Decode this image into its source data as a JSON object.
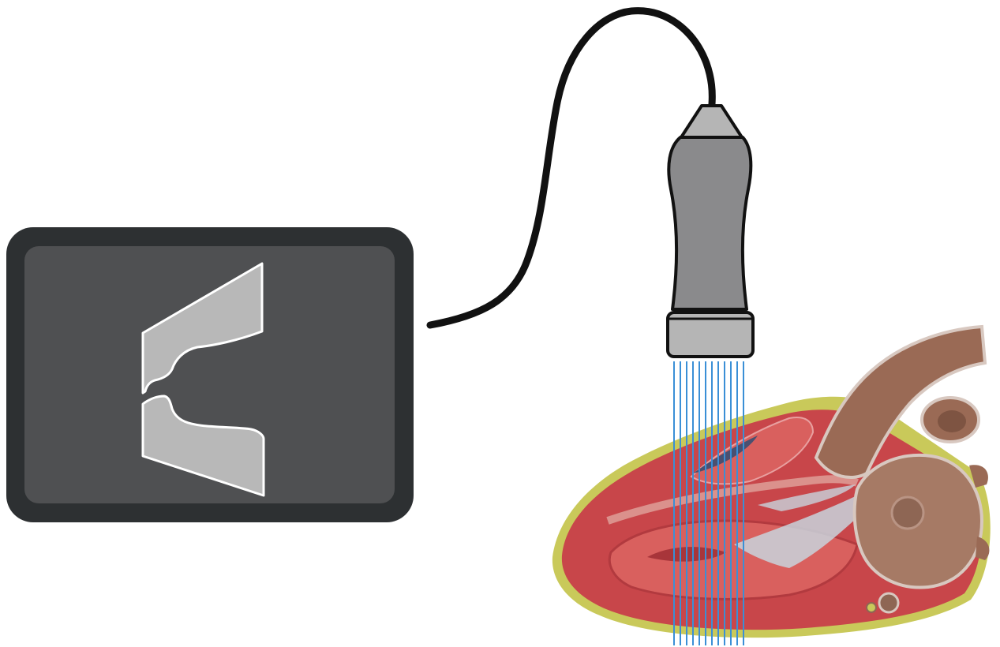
{
  "diagram": {
    "subject": "echocardiography-setup",
    "components": [
      {
        "id": "monitor",
        "icon": "ultrasound-monitor-icon"
      },
      {
        "id": "cable",
        "icon": "cable-icon"
      },
      {
        "id": "probe",
        "icon": "transducer-probe-icon"
      },
      {
        "id": "beams",
        "icon": "ultrasound-beam-icon"
      },
      {
        "id": "heart",
        "icon": "heart-cross-section-icon"
      }
    ],
    "colors": {
      "monitor_frame": "#2d3032",
      "monitor_screen": "#4f5052",
      "echo_image": "#b8b8b8",
      "probe_body": "#8a8a8c",
      "probe_tip": "#b5b5b5",
      "cable": "#111111",
      "beam": "#3a8fd6",
      "myocardium": "#c8464a",
      "cavity": "#d9605e",
      "pericardial_fat": "#c9c95a",
      "aorta": "#9a6a55",
      "left_atrium": "#a67a65",
      "valve_tissue": "#c8d3dc"
    }
  }
}
